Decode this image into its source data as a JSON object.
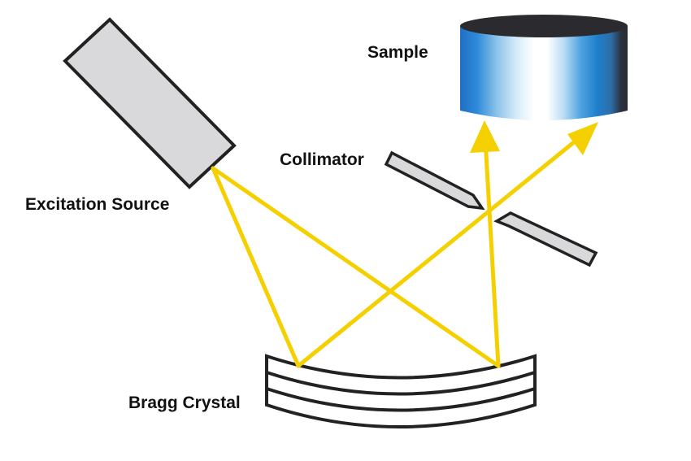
{
  "labels": {
    "sample": "Sample",
    "collimator": "Collimator",
    "excitation_source": "Excitation Source",
    "bragg_crystal": "Bragg Crystal"
  },
  "colors": {
    "beam": "#f4d000",
    "outline": "#222222",
    "source_fill": "#d9d9db",
    "collimator_fill": "#d9d9db",
    "crystal_fill": "#ffffff",
    "sample_top": "#2b2b2f",
    "sample_light": "#ffffff",
    "sample_blue": "#2f7fd0",
    "sample_dark": "#1b3f6e"
  },
  "icons": {
    "sample": "cylinder-icon",
    "excitation_source": "xray-tube-icon",
    "collimator": "slit-icon",
    "bragg_crystal": "curved-crystal-icon"
  }
}
